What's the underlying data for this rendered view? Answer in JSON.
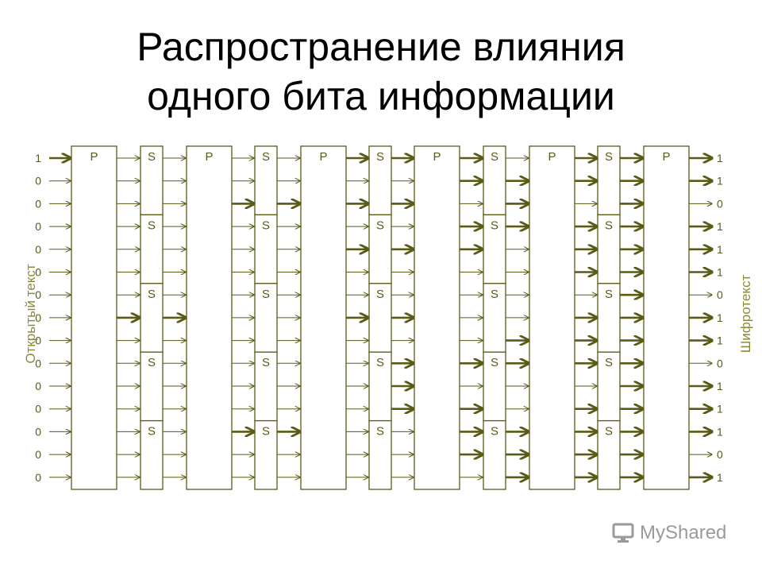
{
  "title": {
    "line1": "Распространение влияния",
    "line2": "одного бита информации"
  },
  "diagram": {
    "left_axis_label": "Открытый текст",
    "right_axis_label": "Шифротекст",
    "stage_labels": [
      "P",
      "S",
      "P",
      "S",
      "P",
      "S",
      "P",
      "S",
      "P",
      "S",
      "P"
    ],
    "s_box_label": "S",
    "s_boxes_per_stage": 5,
    "bits_per_s_box": 3,
    "plaintext_bits": [
      "1",
      "0",
      "0",
      "0",
      "0",
      "0",
      "0",
      "0",
      "0",
      "0",
      "0",
      "0",
      "0",
      "0",
      "0"
    ],
    "ciphertext_bits": [
      "1",
      "1",
      "0",
      "1",
      "1",
      "1",
      "0",
      "1",
      "1",
      "0",
      "1",
      "1",
      "1",
      "0",
      "1"
    ],
    "line_color": "#5a5a16",
    "box_fill": "#ffffff"
  },
  "watermark": {
    "text": "MyShared",
    "icon": "monitor-icon",
    "color": "#9a9a9a"
  }
}
